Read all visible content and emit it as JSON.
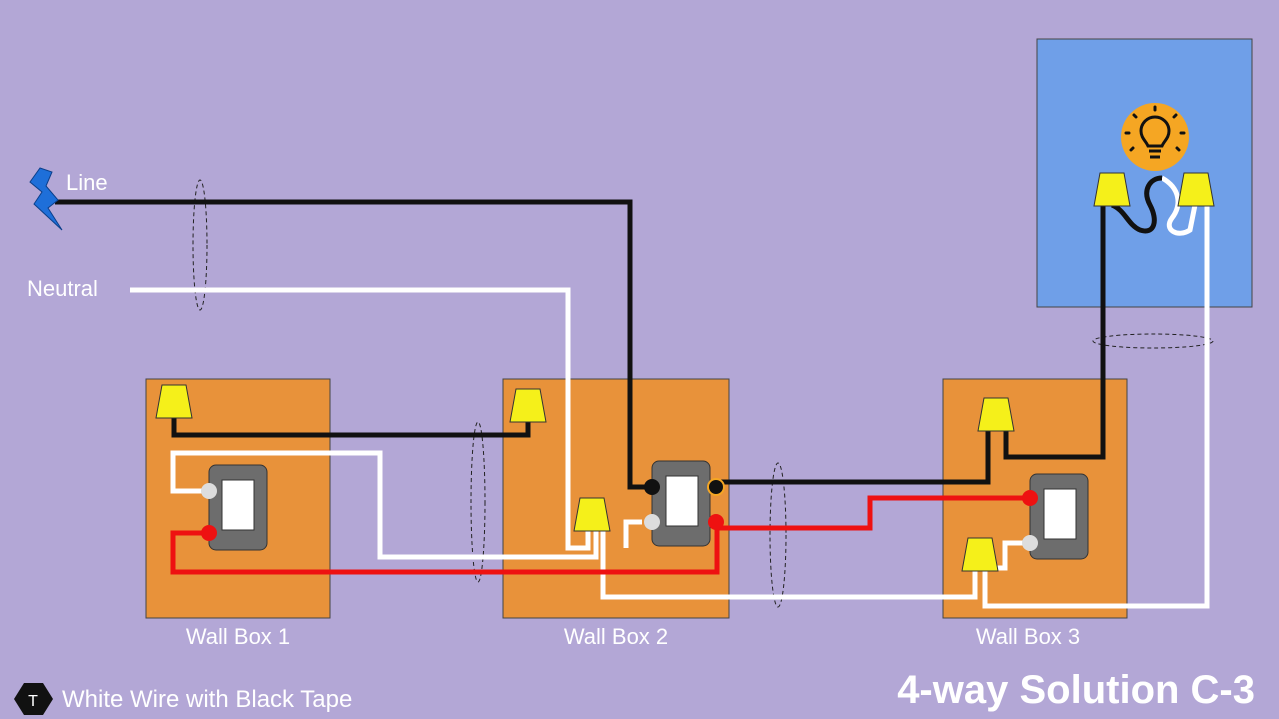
{
  "labels": {
    "line": "Line",
    "neutral": "Neutral",
    "wall_box_1": "Wall Box 1",
    "wall_box_2": "Wall Box 2",
    "wall_box_3": "Wall Box 3",
    "title": "4-way Solution C-3",
    "legend_text": "White Wire with Black Tape",
    "legend_marker": "T"
  },
  "colors": {
    "background": "#b3a7d6",
    "wall_box": "#e8923a",
    "light_box": "#6f9fe8",
    "hot_wire": "#111111",
    "neutral_wire": "#ffffff",
    "traveler_wire": "#ee1111",
    "wire_nut": "#f5f01a",
    "switch_body": "#6d6d6d",
    "bulb": "#f5a623",
    "bolt": "#1e6fd9"
  }
}
